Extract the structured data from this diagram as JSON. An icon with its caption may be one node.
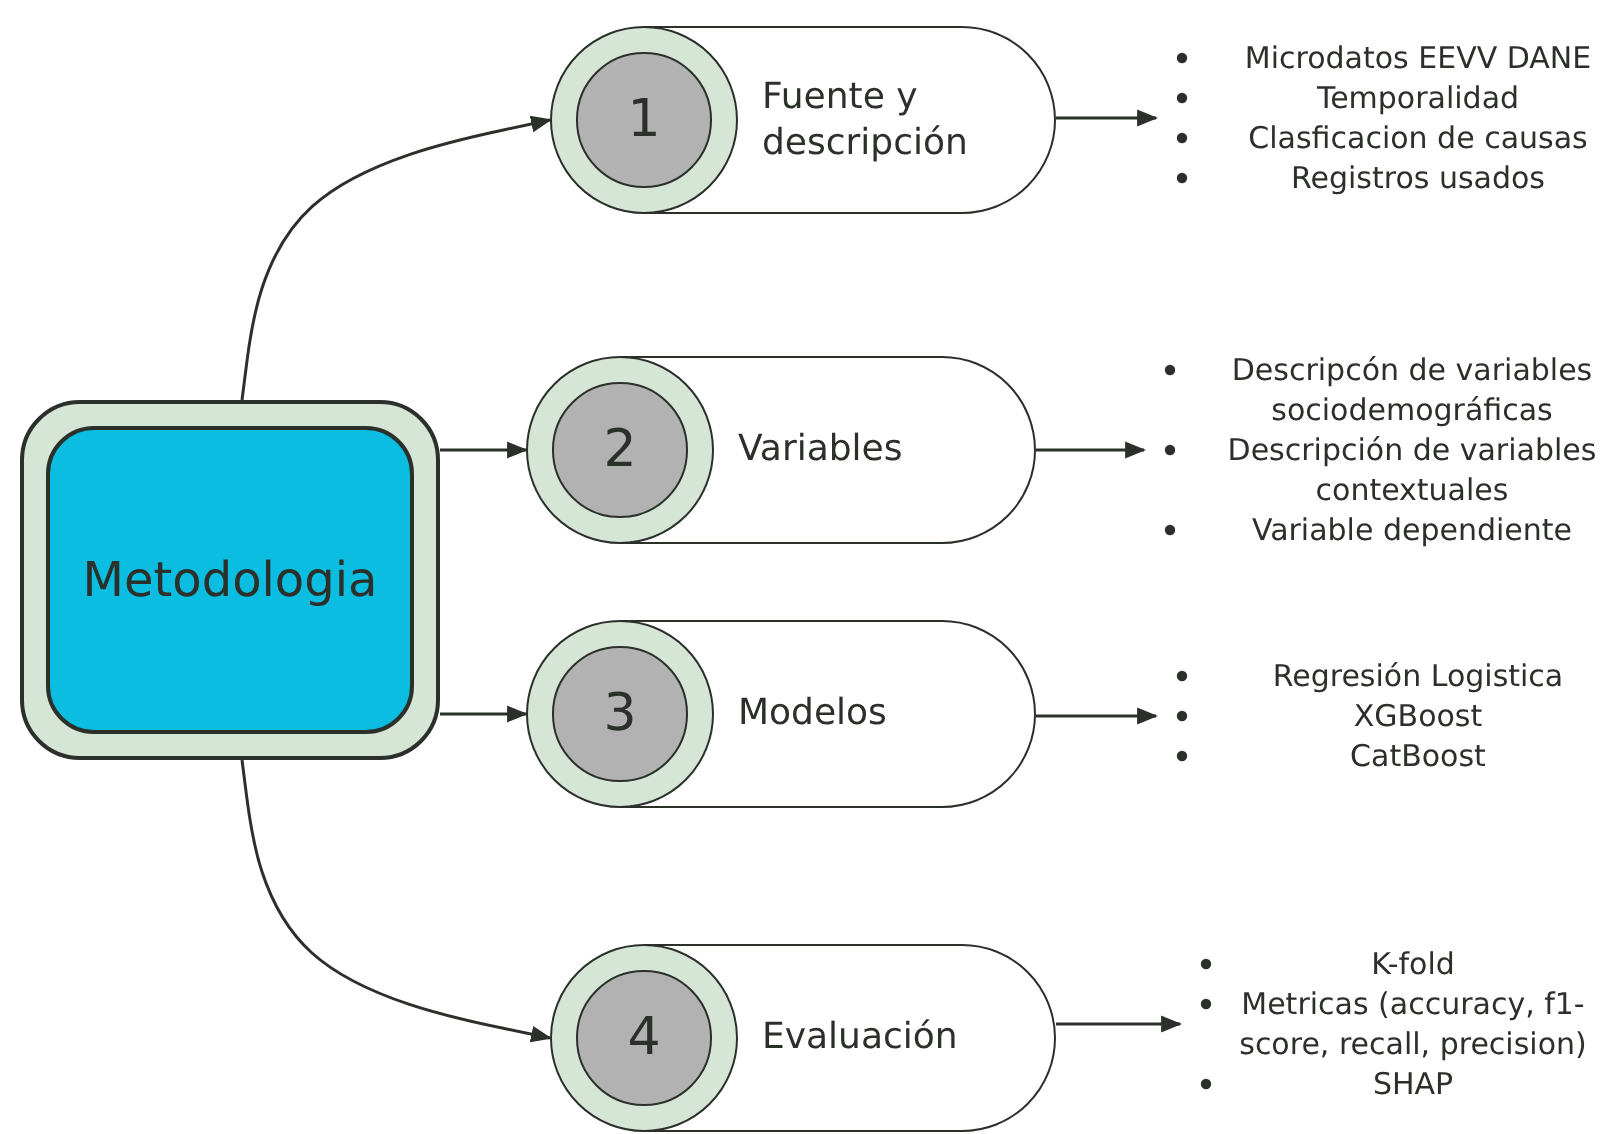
{
  "diagram": {
    "nodes": [
      {
        "text": [
          "Metodologia"
        ]
      },
      {
        "text": [
          "1",
          "Fuente y descripción"
        ]
      },
      {
        "text": [
          "Microdatos EEVV DANE",
          "Temporalidad",
          "Clasficacion de causas",
          "Registros usados"
        ]
      },
      {
        "text": [
          "2",
          "Variables"
        ]
      },
      {
        "text": [
          "Descripcón de variables sociodemográficas",
          "Descripción de variables contextuales",
          "Variable dependiente"
        ]
      },
      {
        "text": [
          "3",
          "Modelos"
        ]
      },
      {
        "text": [
          "Regresión Logistica",
          "XGBoost",
          "CatBoost"
        ]
      },
      {
        "text": [
          "4",
          "Evaluación"
        ]
      },
      {
        "text": [
          "K-fold",
          "Metricas (accuracy, f1-score, recall, precision)",
          "SHAP"
        ]
      }
    ],
    "edges": [
      {
        "from": 0,
        "to": 1,
        "arrow": "to"
      },
      {
        "from": 0,
        "to": 3,
        "arrow": "to"
      },
      {
        "from": 0,
        "to": 5,
        "arrow": "to"
      },
      {
        "from": 0,
        "to": 7,
        "arrow": "to"
      },
      {
        "from": 1,
        "to": 2,
        "arrow": "to"
      },
      {
        "from": 3,
        "to": 4,
        "arrow": "to"
      },
      {
        "from": 5,
        "to": 6,
        "arrow": "to"
      },
      {
        "from": 7,
        "to": 8,
        "arrow": "to"
      }
    ]
  }
}
